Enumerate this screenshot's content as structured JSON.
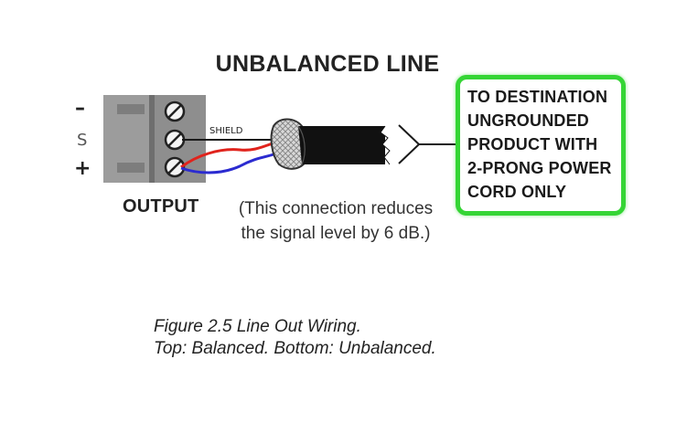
{
  "title": "UNBALANCED LINE",
  "connector": {
    "pins": {
      "minus": "–",
      "s": "S",
      "plus": "+"
    },
    "output_label": "OUTPUT",
    "shield_label": "SHIELD"
  },
  "note": {
    "line1": "(This connection reduces",
    "line2": "the signal level by 6 dB.)"
  },
  "destination": {
    "lines": [
      "TO DESTINATION",
      "UNGROUNDED",
      "PRODUCT WITH",
      "2-PRONG POWER",
      "CORD ONLY"
    ],
    "border_color": "#35d535"
  },
  "caption": {
    "line1": "Figure 2.5  Line Out Wiring.",
    "line2": "Top: Balanced. Bottom: Unbalanced."
  },
  "colors": {
    "wire_red": "#e0231c",
    "wire_blue": "#2b2bd0",
    "connector_light": "#9a9a9a",
    "connector_dark": "#7a7a7a",
    "cable": "#111111"
  }
}
